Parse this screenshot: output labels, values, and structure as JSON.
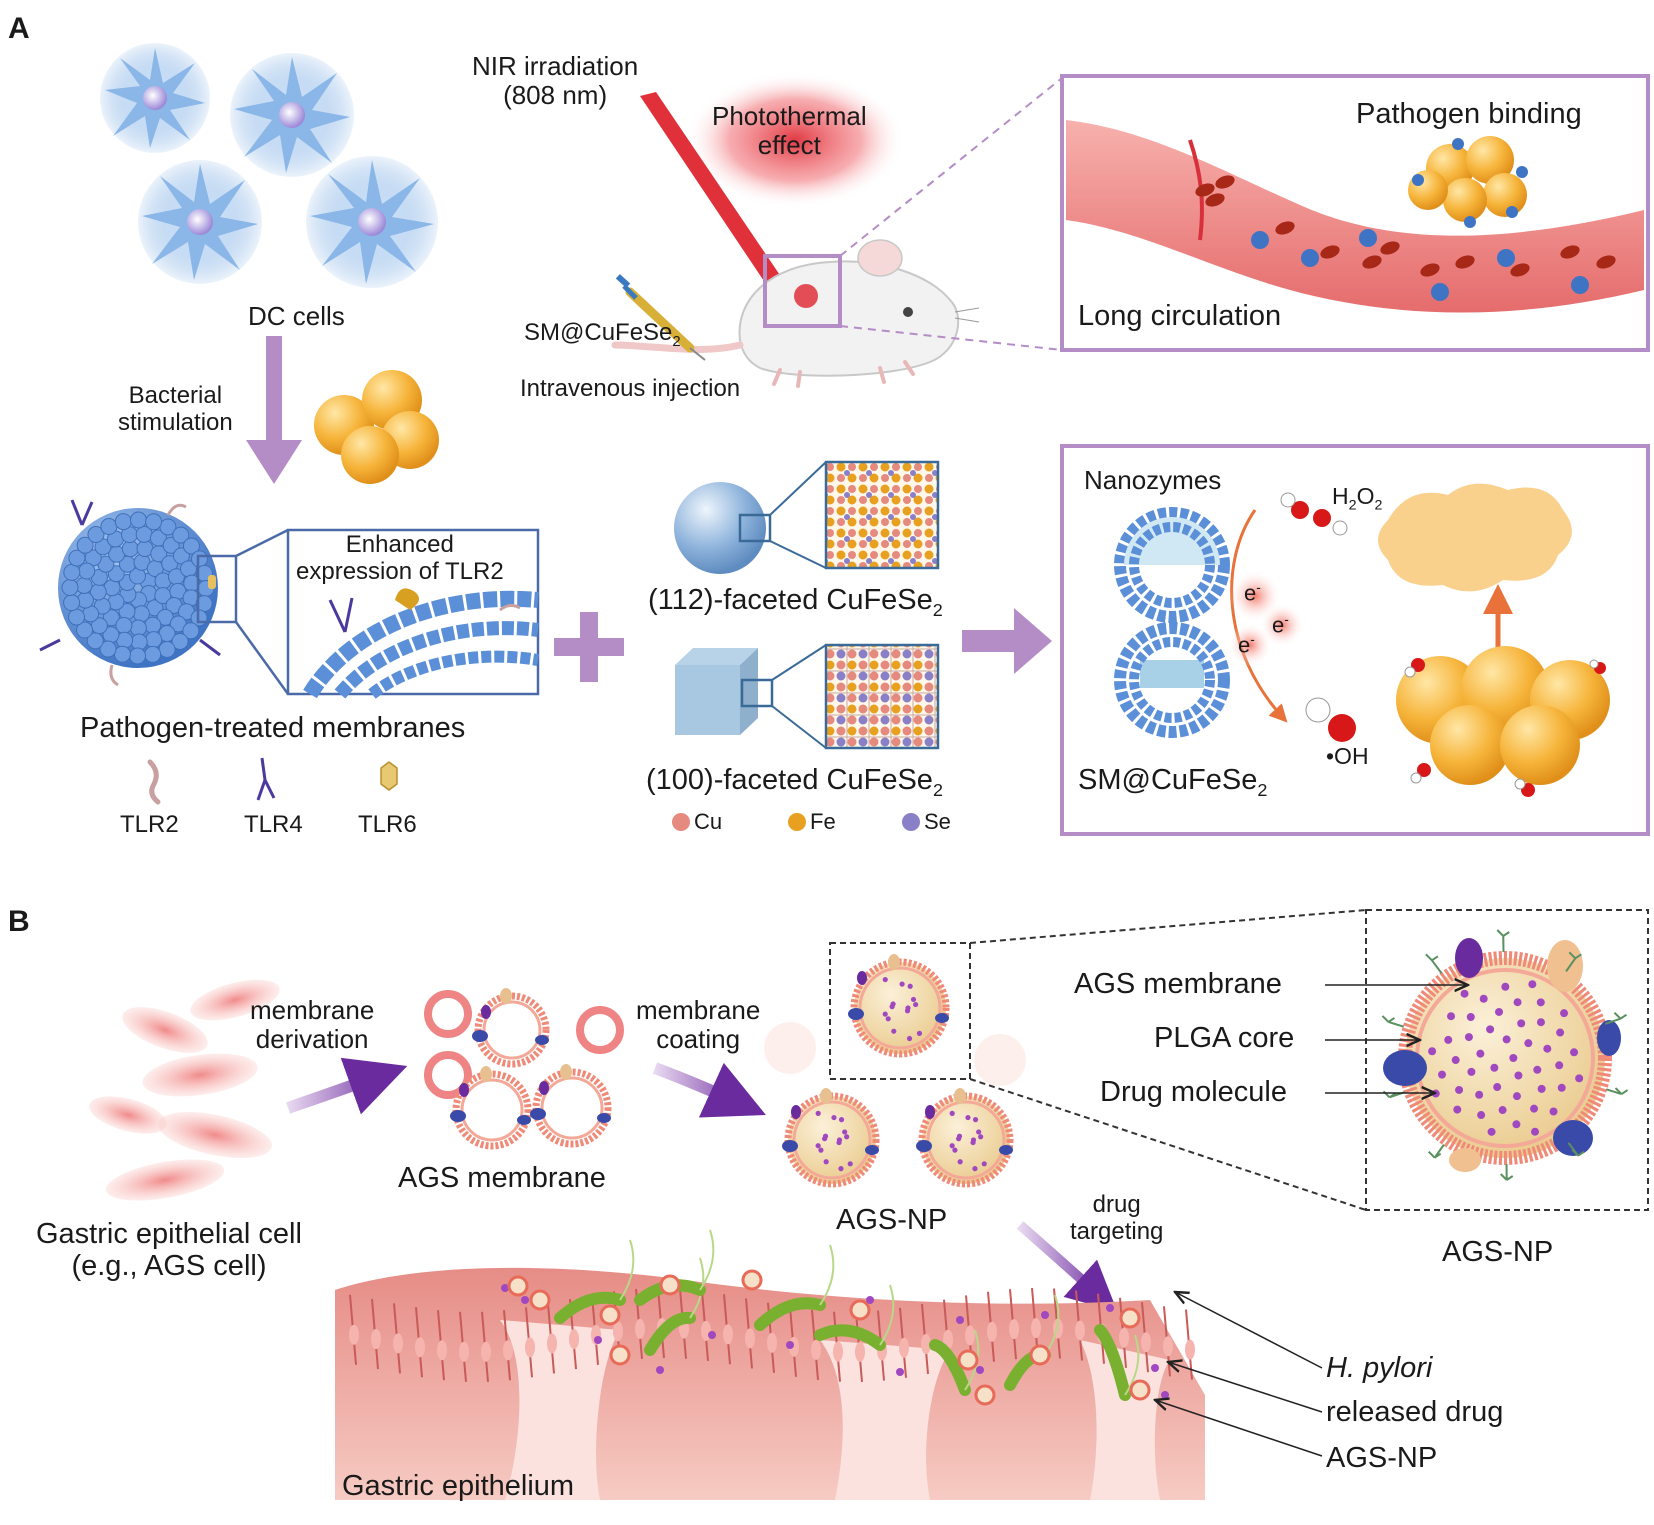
{
  "panel_a": {
    "letter": "A",
    "dc_cells": "DC cells",
    "bacterial_stimulation": "Bacterial\nstimulation",
    "nir_irradiation": "NIR irradiation\n(808 nm)",
    "photothermal": "Photothermal\neffect",
    "sm_label": "SM@CuFeSe",
    "sm_sub": "2",
    "iv_injection": "Intravenous injection",
    "pathogen_binding": "Pathogen binding",
    "long_circulation": "Long circulation",
    "enhanced_tlr2": "Enhanced\nexpression of TLR2",
    "pathogen_membranes": "Pathogen-treated membranes",
    "tlr_legend": [
      "TLR2",
      "TLR4",
      "TLR6"
    ],
    "faceted_112": "(112)-faceted CuFeSe",
    "faceted_100": "(100)-faceted CuFeSe",
    "faceted_sub": "2",
    "elements": [
      {
        "symbol": "Cu",
        "color": "#e68a80"
      },
      {
        "symbol": "Fe",
        "color": "#e8a020"
      },
      {
        "symbol": "Se",
        "color": "#8a80c8"
      }
    ],
    "nanozymes": "Nanozymes",
    "h2o2_h": "H",
    "h2o2_o": "O",
    "h2o2_sub": "2",
    "electron": "e",
    "electron_sup": "-",
    "oh_radical": "•OH",
    "sm_bottom": "SM@CuFeSe",
    "sm_bottom_sub": "2"
  },
  "panel_b": {
    "letter": "B",
    "membrane_derivation": "membrane\nderivation",
    "membrane_coating": "membrane\ncoating",
    "gastric_cell": "Gastric epithelial cell\n(e.g., AGS cell)",
    "ags_membrane": "AGS membrane",
    "ags_np_mid": "AGS-NP",
    "drug_targeting": "drug\ntargeting",
    "inset_labels": [
      "AGS membrane",
      "PLGA core",
      "Drug molecule"
    ],
    "ags_np_inset": "AGS-NP",
    "pointer_labels": [
      "H. pylori",
      "released drug",
      "AGS-NP"
    ],
    "gastric_epithelium": "Gastric epithelium"
  },
  "colors": {
    "purple_frame": "#b48cc6",
    "arrow_purple": "#b48cc6",
    "membrane_blue": "#5b8fd8",
    "bacteria_orange": "#f4b740",
    "laser_red": "#e0303a",
    "tissue_pink": "#d9707a"
  }
}
